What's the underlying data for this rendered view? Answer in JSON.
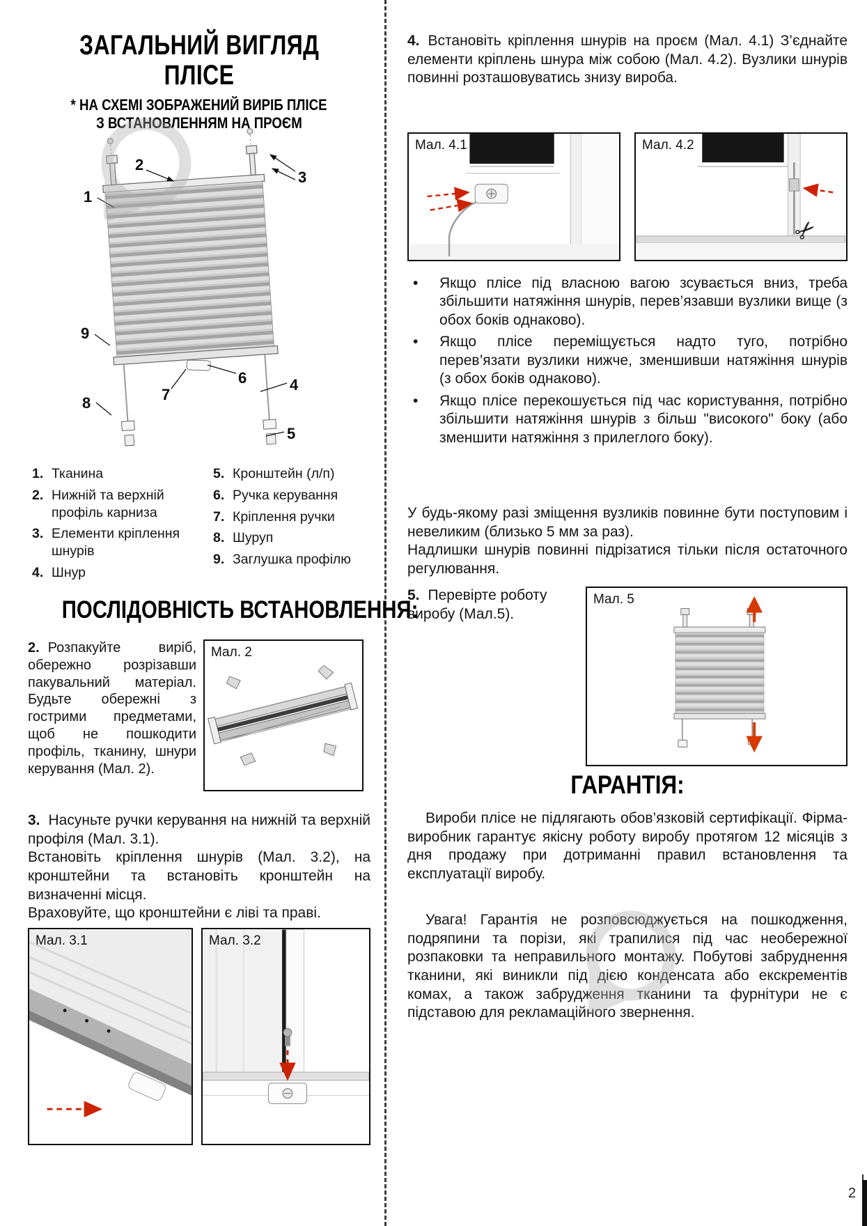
{
  "colors": {
    "accent_red": "#cc2200"
  },
  "diagram": {
    "numbers": [
      "1",
      "2",
      "3",
      "4",
      "5",
      "6",
      "7",
      "8",
      "9"
    ]
  },
  "left": {
    "title_line1": "ЗАГАЛЬНИЙ ВИГЛЯД",
    "title_line2": "ПЛІСЕ",
    "subtitle_line1": "* НА СХЕМІ ЗОБРАЖЕНИЙ ВИРІБ ПЛІСЕ",
    "subtitle_line2": "З ВСТАНОВЛЕННЯМ НА ПРОЄМ",
    "legend_col1": [
      {
        "num": "1.",
        "text": "Тканина"
      },
      {
        "num": "2.",
        "text": "Нижній та верхній профіль карниза"
      },
      {
        "num": "3.",
        "text": "Елементи кріплення шнурів"
      },
      {
        "num": "4.",
        "text": "Шнур"
      }
    ],
    "legend_col2": [
      {
        "num": "5.",
        "text": "Кронштейн (л/п)"
      },
      {
        "num": "6.",
        "text": "Ручка керування"
      },
      {
        "num": "7.",
        "text": "Кріплення ручки"
      },
      {
        "num": "8.",
        "text": "Шуруп"
      },
      {
        "num": "9.",
        "text": "Заглушка профілю"
      }
    ],
    "section_header": "ПОСЛІДОВНІСТЬ ВСТАНОВЛЕННЯ:",
    "step2": {
      "num": "2.",
      "text": "Розпакуйте виріб, обережно розрізавши пакувальний матеріал. Будьте обережні з гострими предметами, щоб не пошкодити профіль, тканину, шнури керування (Мал. 2)."
    },
    "fig2_label": "Мал. 2",
    "step3": {
      "num": "3.",
      "line1": "Насуньте ручки керування на нижній та верхній профіля (Мал. 3.1).",
      "line2": "Встановіть кріплення шнурів (Мал. 3.2), на кронштейни та встановіть кронштейн на визначенні місця.",
      "line3": "Враховуйте, що кронштейни є ліві та праві."
    },
    "fig31_label": "Мал. 3.1",
    "fig32_label": "Мал. 3.2"
  },
  "right": {
    "bullet_char": "•",
    "step4": {
      "num": "4.",
      "text": "Встановіть кріплення шнурів на проєм (Мал. 4.1) З’єднайте елементи кріплень шнура між собою (Мал. 4.2). Вузлики шнурів повинні розташовуватись знизу вироба."
    },
    "fig41_label": "Мал. 4.1",
    "fig42_label": "Мал. 4.2",
    "bullets": [
      "Якщо плісе під власною вагою зсувається вниз, треба збільшити натяжіння шнурів, перев’язавши вузлики вище (з обох боків однаково).",
      "Якщо плісе переміщується надто туго, потрібно перев’язати вузлики нижче, зменшивши натяжіння шнурів (з обох боків однаково).",
      "Якщо плісе перекошується під час користування, потрібно збільшити натяжіння шнурів з більш \"високого\" боку (або зменшити натяжіння з прилеглого боку)."
    ],
    "note_line1": "У будь-якому разі зміщення вузликів повинне бути поступовим і невеликим (близько 5 мм за раз).",
    "note_line2": "Надлишки шнурів повинні підрізатися тільки після остаточного регулювання.",
    "step5": {
      "num": "5.",
      "text": "Перевірте роботу виробу (Мал.5)."
    },
    "fig5_label": "Мал. 5",
    "warranty_header": "ГАРАНТІЯ:",
    "warranty_p1": "Вироби плісе не підлягають обов’язковій сертифікації. Фірма-виробник гарантує якісну роботу виробу протягом 12 місяців з дня продажу при дотриманні правил встановлення та експлуатації виробу.",
    "warranty_p2": "Увага! Гарантія не розповсюджується на пошкодження, подряпини та порізи, які трапилися під час необережної розпаковки та неправильного монтажу. Побутові забруднення тканини, які виникли під дією конденсата або екскрементів комах, а також забрудження тканини та фурнітури не є підставою для рекламаційного звернення."
  },
  "footer": {
    "page_number": "2"
  }
}
